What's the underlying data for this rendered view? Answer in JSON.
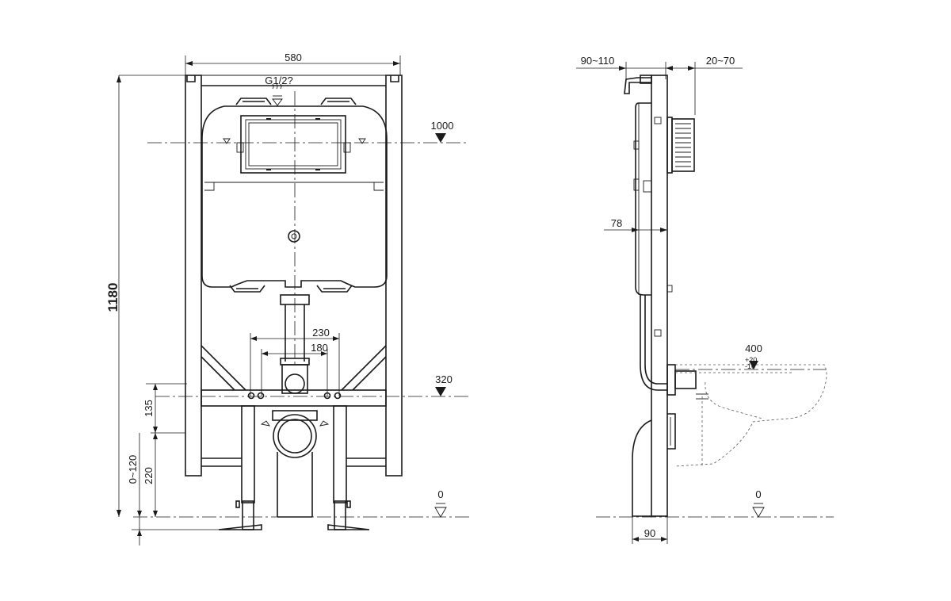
{
  "front_view": {
    "width_label": "580",
    "height_label": "1180",
    "inlet_label": "G1/2?",
    "level_top": "1000",
    "level_mid": "320",
    "level_floor": "0",
    "spacing_outer": "230",
    "spacing_inner": "180",
    "dim_135": "135",
    "dim_220": "220",
    "dim_adjust": "0~120"
  },
  "side_view": {
    "depth_left": "90~110",
    "depth_right": "20~70",
    "dim_78": "78",
    "dim_90": "90",
    "level_pan": "400",
    "level_pan_tol_plus": "+20",
    "level_pan_tol_minus": "-10",
    "level_floor": "0"
  }
}
